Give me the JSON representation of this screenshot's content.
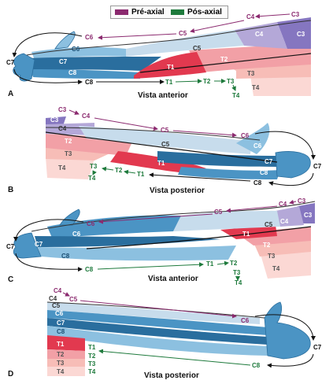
{
  "legend": {
    "pre_axial": {
      "label": "Pré-axial",
      "color": "#8b2a6f"
    },
    "post_axial": {
      "label": "Pós-axial",
      "color": "#1e7a3c"
    }
  },
  "colors": {
    "pre_axial": "#8b2a6f",
    "post_axial": "#1e7a3c",
    "c_dark": "#2a6e9e",
    "c_mid": "#4b94c4",
    "c_light": "#8cc0e0",
    "c_pale": "#c7dcec",
    "t_red": "#e2394f",
    "t_pink": "#f2a0a6",
    "t_pale": "#fbd8d4",
    "lavender": "#b4a8d8",
    "lavender_dark": "#8576c0"
  },
  "panels": [
    {
      "letter": "A",
      "title": "Vista anterior",
      "labels": {
        "c3": "C3",
        "c4": "C4",
        "c5": "C5",
        "c6": "C6",
        "c7": "C7",
        "c8": "C8",
        "t1": "T1",
        "t2": "T2",
        "t3": "T3",
        "t4": "T4",
        "arrow_c3": "C3",
        "arrow_c4": "C4",
        "arrow_c5": "C5",
        "arrow_c6": "C6",
        "arrow_c7": "C7",
        "arrow_c8": "C8",
        "arrow_t1": "T1",
        "arrow_t2": "T2",
        "arrow_t3": "T3",
        "arrow_t4": "T4"
      }
    },
    {
      "letter": "B",
      "title": "Vista posterior",
      "labels": {
        "c3": "C3",
        "c4": "C4",
        "c5": "C5",
        "c6": "C6",
        "c7": "C7",
        "c8": "C8",
        "t1": "T1",
        "t2": "T2",
        "t3": "T3",
        "t4": "T4",
        "arrow_c3": "C3",
        "arrow_c4": "C4",
        "arrow_c5": "C5",
        "arrow_c6": "C6",
        "arrow_c7": "C7",
        "arrow_c8": "C8",
        "arrow_t1": "T1",
        "arrow_t2": "T2",
        "arrow_t3": "T3",
        "arrow_t4": "T4"
      }
    },
    {
      "letter": "C",
      "title": "Vista anterior",
      "labels": {
        "c3": "C3",
        "c4": "C4",
        "c5": "C5",
        "c6": "C6",
        "c7": "C7",
        "c8": "C8",
        "t1": "T1",
        "t2": "T2",
        "t3": "T3",
        "t4": "T4",
        "arrow_c3": "C3",
        "arrow_c4": "C4",
        "arrow_c5": "C5",
        "arrow_c6": "C6",
        "arrow_c7": "C7",
        "arrow_c8": "C8",
        "arrow_t1": "T1",
        "arrow_t2": "T2",
        "arrow_t3": "T3",
        "arrow_t4": "T4"
      }
    },
    {
      "letter": "D",
      "title": "Vista posterior",
      "labels": {
        "c4": "C4",
        "c5": "C5",
        "c6": "C6",
        "c7": "C7",
        "c8": "C8",
        "t1": "T1",
        "t2": "T2",
        "t3": "T3",
        "t4": "T4",
        "arrow_c4": "C4",
        "arrow_c5": "C5",
        "arrow_c6": "C6",
        "arrow_c7": "C7",
        "arrow_c8": "C8",
        "arrow_t1": "T1",
        "arrow_t2": "T2",
        "arrow_t3": "T3",
        "arrow_t4": "T4"
      }
    }
  ]
}
